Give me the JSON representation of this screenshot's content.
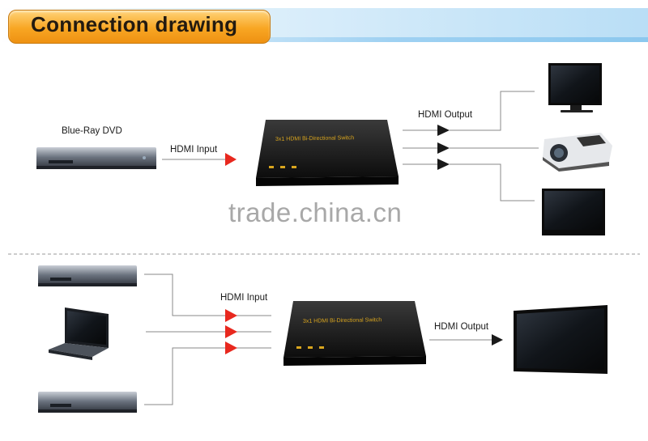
{
  "header": {
    "title": "Connection drawing"
  },
  "top_section": {
    "source_label": "Blue-Ray DVD",
    "input_label": "HDMI Input",
    "output_label": "HDMI Output",
    "switch_label": "3x1 HDMI Bi-Directional Switch"
  },
  "bottom_section": {
    "input_label": "HDMI Input",
    "output_label": "HDMI Output",
    "switch_label": "3x1 HDMI Bi-Directional Switch"
  },
  "watermark": "trade.china.cn",
  "colors": {
    "title_orange": "#f8a623",
    "arrow_red": "#e8281e",
    "line_gray": "#8a8a8a",
    "switch_text": "#d9a51e"
  }
}
